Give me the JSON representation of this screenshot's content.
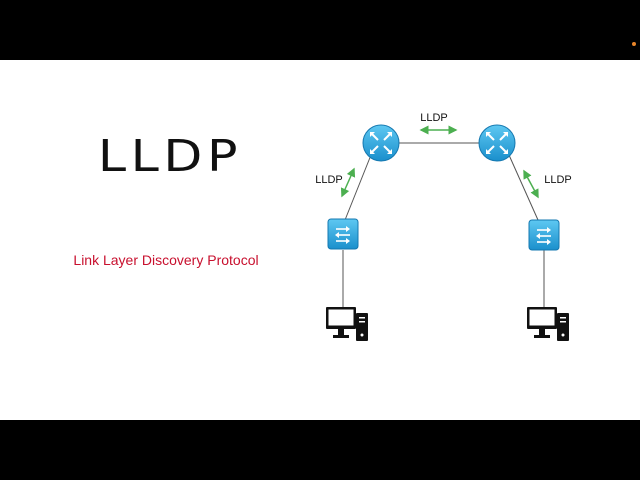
{
  "slide": {
    "title": "LLDP",
    "subtitle": "Link Layer Discovery Protocol"
  },
  "diagram": {
    "link_labels": {
      "router_to_router": "LLDP",
      "left_router_to_switch": "LLDP",
      "right_router_to_switch": "LLDP"
    },
    "nodes": [
      "router",
      "router",
      "switch",
      "switch",
      "pc",
      "pc"
    ]
  },
  "colors": {
    "title_red": "#c8102e",
    "device_blue": "#2aa8e0",
    "arrow_green": "#4caf50",
    "link_gray": "#555555"
  }
}
